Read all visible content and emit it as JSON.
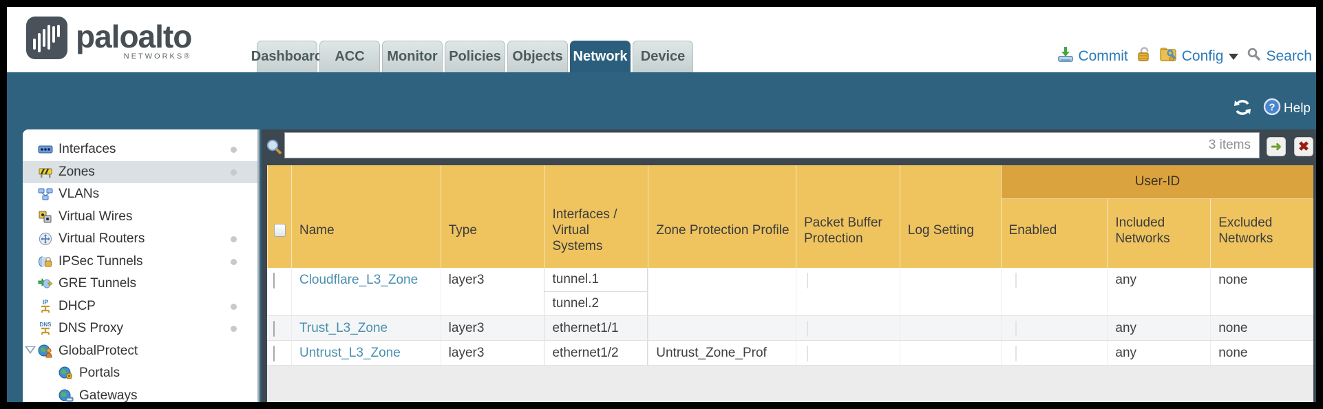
{
  "brand": {
    "logo_text": "paloalto",
    "logo_sub": "NETWORKS®"
  },
  "nav": {
    "tabs": [
      {
        "label": "Dashboard",
        "active": false
      },
      {
        "label": "ACC",
        "active": false
      },
      {
        "label": "Monitor",
        "active": false
      },
      {
        "label": "Policies",
        "active": false
      },
      {
        "label": "Objects",
        "active": false
      },
      {
        "label": "Network",
        "active": true
      },
      {
        "label": "Device",
        "active": false
      }
    ],
    "actions": {
      "commit_label": "Commit",
      "config_label": "Config",
      "search_label": "Search"
    }
  },
  "toolbar": {
    "help_label": "Help"
  },
  "filter": {
    "value": "",
    "count_label": "3 items"
  },
  "sidebar": {
    "items": [
      {
        "label": "Interfaces",
        "dot": true
      },
      {
        "label": "Zones",
        "dot": true,
        "selected": true
      },
      {
        "label": "VLANs"
      },
      {
        "label": "Virtual Wires"
      },
      {
        "label": "Virtual Routers",
        "dot": true
      },
      {
        "label": "IPSec Tunnels",
        "dot": true
      },
      {
        "label": "GRE Tunnels"
      },
      {
        "label": "DHCP",
        "dot": true
      },
      {
        "label": "DNS Proxy",
        "dot": true
      },
      {
        "label": "GlobalProtect",
        "expanded": true
      },
      {
        "label": "Portals",
        "indent": 1
      },
      {
        "label": "Gateways",
        "indent": 1
      }
    ]
  },
  "table": {
    "header_group": "User-ID",
    "columns": [
      "Name",
      "Type",
      "Interfaces / Virtual Systems",
      "Zone Protection Profile",
      "Packet Buffer Protection",
      "Log Setting",
      "Enabled",
      "Included Networks",
      "Excluded Networks"
    ],
    "rows": [
      {
        "name": "Cloudflare_L3_Zone",
        "type": "layer3",
        "interfaces": [
          "tunnel.1",
          "tunnel.2"
        ],
        "zone_protection_profile": "",
        "packet_buffer_protection": false,
        "log_setting": "",
        "user_id_enabled": false,
        "included_networks": "any",
        "excluded_networks": "none"
      },
      {
        "name": "Trust_L3_Zone",
        "type": "layer3",
        "interfaces": [
          "ethernet1/1"
        ],
        "zone_protection_profile": "",
        "packet_buffer_protection": false,
        "log_setting": "",
        "user_id_enabled": false,
        "included_networks": "any",
        "excluded_networks": "none"
      },
      {
        "name": "Untrust_L3_Zone",
        "type": "layer3",
        "interfaces": [
          "ethernet1/2"
        ],
        "zone_protection_profile": "Untrust_Zone_Prof",
        "packet_buffer_protection": false,
        "log_setting": "",
        "user_id_enabled": false,
        "included_networks": "any",
        "excluded_networks": "none"
      }
    ]
  },
  "colors": {
    "frame_teal": "#2e627f",
    "panel_slate": "#3c4750",
    "header_yellow": "#efc45f",
    "user_id_band": "#dba33e",
    "link_blue": "#2a7ab8",
    "zone_link_blue": "#4a8fb0",
    "row_alt": "#f3f5f6",
    "active_tab": "#2b5e7d"
  }
}
